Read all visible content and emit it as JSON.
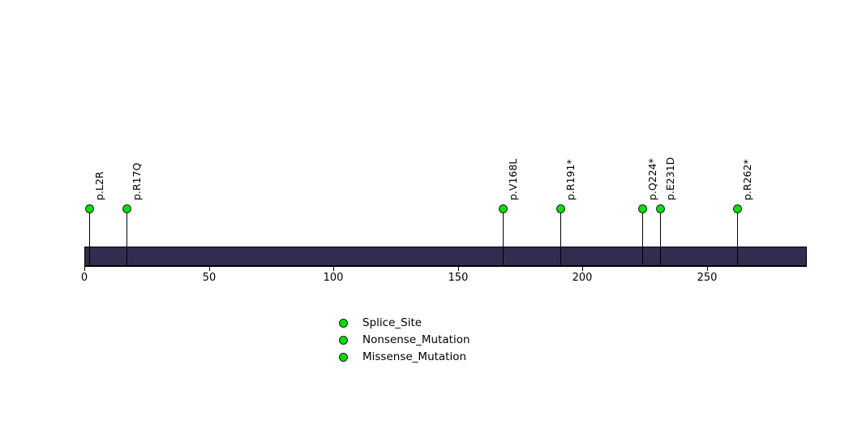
{
  "chart_data": {
    "type": "lollipop",
    "title": "",
    "xlabel": "",
    "ylabel": "",
    "xlim": [
      0,
      290
    ],
    "grid": false,
    "legend_position": "bottom-center",
    "protein_length": 290,
    "axis_ticks": [
      {
        "value": 0,
        "label": "0"
      },
      {
        "value": 50,
        "label": "50"
      },
      {
        "value": 100,
        "label": "100"
      },
      {
        "value": 150,
        "label": "150"
      },
      {
        "value": 200,
        "label": "200"
      },
      {
        "value": 250,
        "label": "250"
      }
    ],
    "mutations": [
      {
        "label": "p.L2R",
        "position": 2,
        "count": 1,
        "type": "Missense_Mutation",
        "color": "#00E000"
      },
      {
        "label": "p.R17Q",
        "position": 17,
        "count": 1,
        "type": "Missense_Mutation",
        "color": "#00E000"
      },
      {
        "label": "p.V168L",
        "position": 168,
        "count": 1,
        "type": "Missense_Mutation",
        "color": "#00E000"
      },
      {
        "label": "p.R191*",
        "position": 191,
        "count": 1,
        "type": "Nonsense_Mutation",
        "color": "#00E000"
      },
      {
        "label": "p.Q224*",
        "position": 224,
        "count": 1,
        "type": "Nonsense_Mutation",
        "color": "#00E000"
      },
      {
        "label": "p.E231D",
        "position": 231,
        "count": 1,
        "type": "Missense_Mutation",
        "color": "#00E000"
      },
      {
        "label": "p.R262*",
        "position": 262,
        "count": 1,
        "type": "Nonsense_Mutation",
        "color": "#00E000"
      }
    ],
    "legend": [
      {
        "label": "Splice_Site",
        "color": "#00E000"
      },
      {
        "label": "Nonsense_Mutation",
        "color": "#00E000"
      },
      {
        "label": "Missense_Mutation",
        "color": "#00E000"
      }
    ],
    "colors": {
      "marker": "#00E000",
      "protein_bar": "#302E4F",
      "stem": "#000000",
      "axis": "#000000",
      "background": "#FFFFFF"
    }
  }
}
